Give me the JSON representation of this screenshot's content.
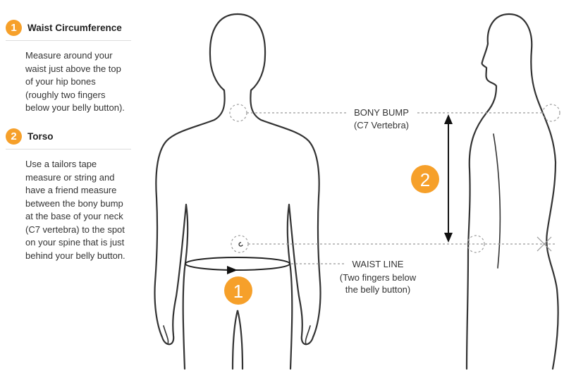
{
  "steps": [
    {
      "number": "1",
      "title": "Waist Circumference",
      "text": "Measure around your waist just above the top of your hip bones (roughly two fingers below your belly button)."
    },
    {
      "number": "2",
      "title": "Torso",
      "text": "Use a tailors tape measure or string and have a friend measure between the bony bump at the base of your neck (C7 vertebra) to the spot on your spine that is just behind your belly button."
    }
  ],
  "diagram": {
    "bony_bump_line1": "BONY BUMP",
    "bony_bump_line2": "(C7 Vertebra)",
    "waist_line1": "WAIST LINE",
    "waist_line2": "(Two fingers below",
    "waist_line3": "the belly button)",
    "marker_torso": "2",
    "marker_waist": "1"
  },
  "colors": {
    "accent": "#f6a02a",
    "outline": "#333333",
    "guide": "#9a9a9a"
  }
}
